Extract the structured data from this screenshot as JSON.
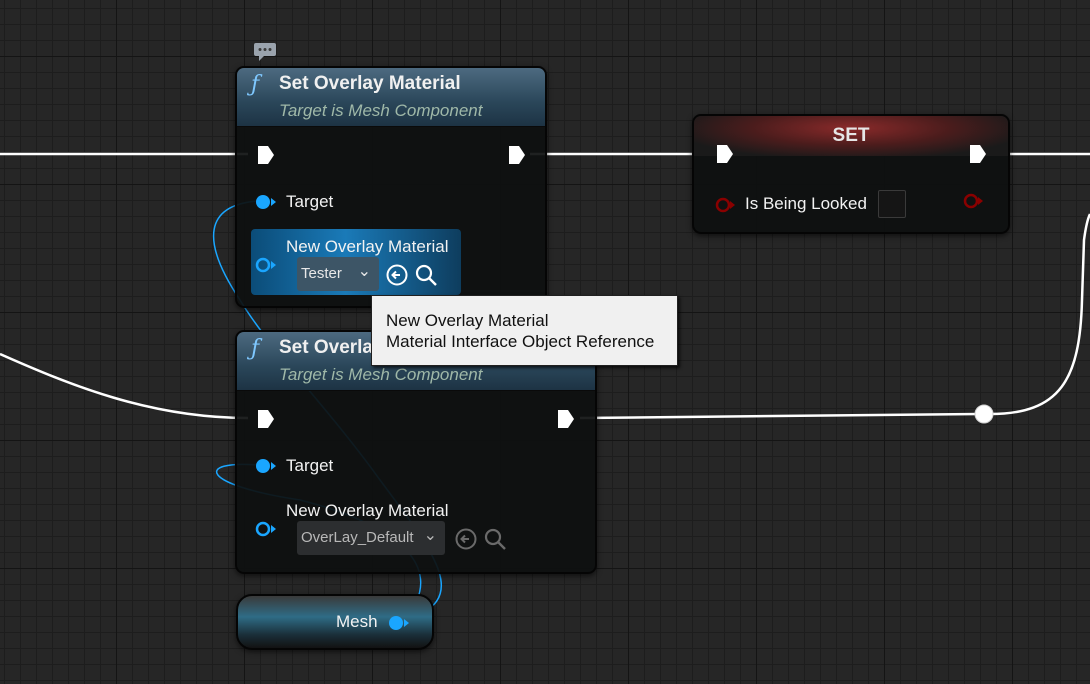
{
  "nodes": {
    "set_overlay_1": {
      "title": "Set Overlay Material",
      "subtitle": "Target is Mesh Component",
      "target_label": "Target",
      "material_label": "New Overlay Material",
      "material_value": "Tester"
    },
    "set_overlay_2": {
      "title": "Set Overlay Material",
      "subtitle": "Target is Mesh Component",
      "target_label": "Target",
      "material_label": "New Overlay Material",
      "material_value": "OverLay_Default"
    },
    "set_var": {
      "title": "SET",
      "var_label": "Is Being Looked"
    },
    "mesh_getter": {
      "label": "Mesh"
    }
  },
  "tooltip": {
    "line1": "New Overlay Material",
    "line2": "Material Interface Object Reference"
  },
  "icons": {
    "function": "function-icon",
    "browse": "browse-to-asset-icon",
    "search": "search-icon",
    "comment": "comment-bubble-icon",
    "chevron": "chevron-down-icon"
  },
  "colors": {
    "object_pin": "#1aa6ff",
    "bool_pin": "#8a0000",
    "exec_wire": "#ffffff",
    "function_header": "#2a4659",
    "set_header": "#7a2020"
  }
}
